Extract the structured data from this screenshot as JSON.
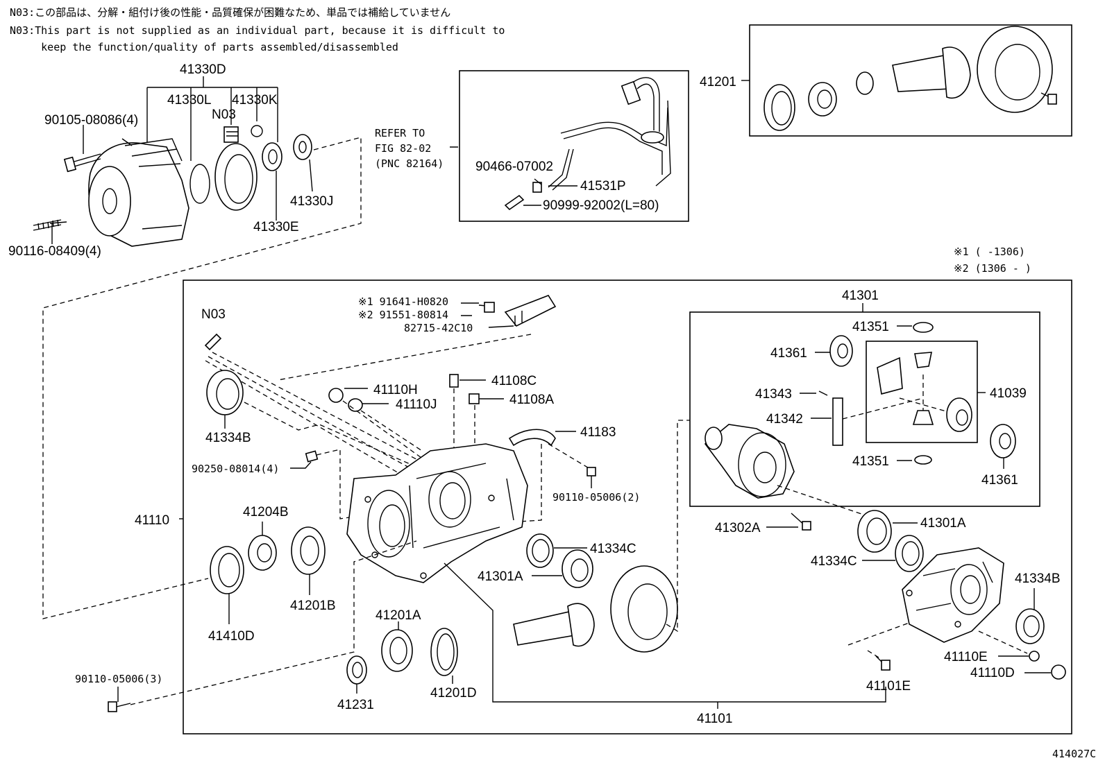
{
  "notes": {
    "jp": "N03:この部品は、分解・組付け後の性能・品質確保が困難なため、単品では補給していません",
    "en1": "N03:This part is not supplied as an individual part, because it is difficult to",
    "en2": "     keep the function/quality of parts assembled/disassembled"
  },
  "legend": {
    "line1": "※1 (        -1306)",
    "line2": "※2 (1306  -      )"
  },
  "figure_id": "414027C",
  "refer": {
    "line1": "REFER TO",
    "line2": "FIG 82-02",
    "line3": "(PNC 82164)"
  },
  "parts": {
    "p41330D": "41330D",
    "p41330L": "41330L",
    "p41330K": "41330K",
    "n03_top": "N03",
    "p90105": "90105-08086(4)",
    "p41330J": "41330J",
    "p41330E": "41330E",
    "p90116": "90116-08409(4)",
    "p90466": "90466-07002",
    "p41531P": "41531P",
    "p90999": "90999-92002(L=80)",
    "p41201": "41201",
    "p41301": "41301",
    "p41351a": "41351",
    "p41361a": "41361",
    "p41343": "41343",
    "p41342": "41342",
    "p41039": "41039",
    "p41351b": "41351",
    "p41361b": "41361",
    "n03_mid": "N03",
    "p91641": "※1 91641-H0820",
    "p91551": "※2 91551-80814",
    "p82715": "82715-42C10",
    "p41110H": "41110H",
    "p41108C": "41108C",
    "p41110J": "41110J",
    "p41108A": "41108A",
    "p41334B_l": "41334B",
    "p41183": "41183",
    "p90250": "90250-08014(4)",
    "p90110_2": "90110-05006(2)",
    "p41110": "41110",
    "p41204B": "41204B",
    "p41302A": "41302A",
    "p41301A_r": "41301A",
    "p41334C_m": "41334C",
    "p41334C_r": "41334C",
    "p41334B_r": "41334B",
    "p41301A_m": "41301A",
    "p41201B": "41201B",
    "p41410D": "41410D",
    "p41201A": "41201A",
    "p41110E": "41110E",
    "p41110D": "41110D",
    "p90110_3": "90110-05006(3)",
    "p41101E": "41101E",
    "p41231": "41231",
    "p41201D": "41201D",
    "p41101": "41101"
  }
}
